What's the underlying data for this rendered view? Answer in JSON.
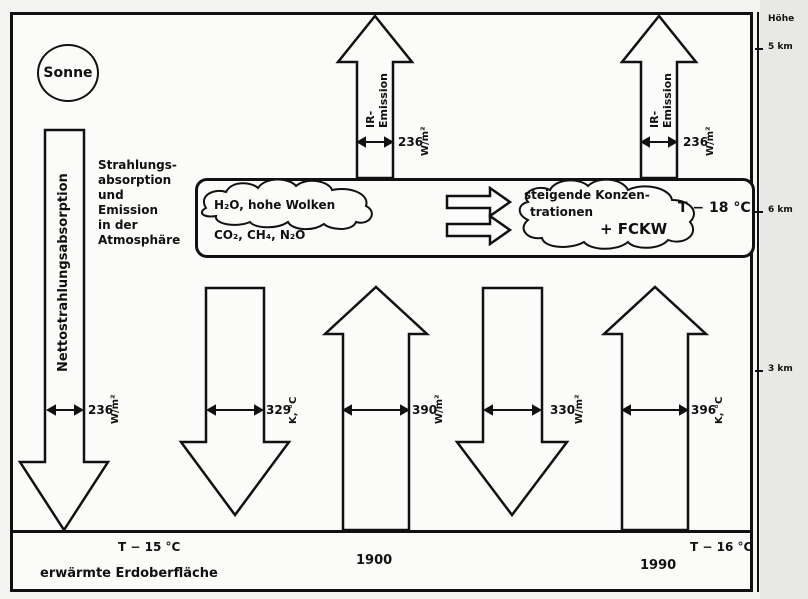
{
  "sun_label": "Sonne",
  "net_absorption_label": "Nettostrahlungsabsorption",
  "atmosphere_caption": [
    "Strahlungs-",
    "absorption",
    "und",
    "Emission",
    "in der",
    "Atmosphäre"
  ],
  "cloud_left": {
    "line1": "H₂O, hohe Wolken",
    "line2": "CO₂, CH₄, N₂O"
  },
  "cloud_right": {
    "line1": "steigende Konzen-",
    "line2": "trationen",
    "line3": "+ FCKW"
  },
  "atmosphere_temp": "T − 18 °C",
  "ir_emission_label": [
    "IR-",
    "Emission"
  ],
  "unit": "W/m²",
  "unit_short_temp": "K, °C",
  "flux_values": {
    "ir_1900": "236",
    "ir_1990": "236",
    "net_absorption": "236",
    "down_1900": "329",
    "up_1900": "390",
    "down_1990": "330",
    "up_1990": "396"
  },
  "surface": {
    "temp_1900": "T − 15 °C",
    "temp_1990": "T − 16 °C",
    "label": "erwärmte Erdoberfläche",
    "year_1900": "1900",
    "year_1990": "1990"
  },
  "height_scale": {
    "title": "Höhe",
    "ticks": [
      "5 km",
      "6 km",
      "3 km"
    ]
  }
}
